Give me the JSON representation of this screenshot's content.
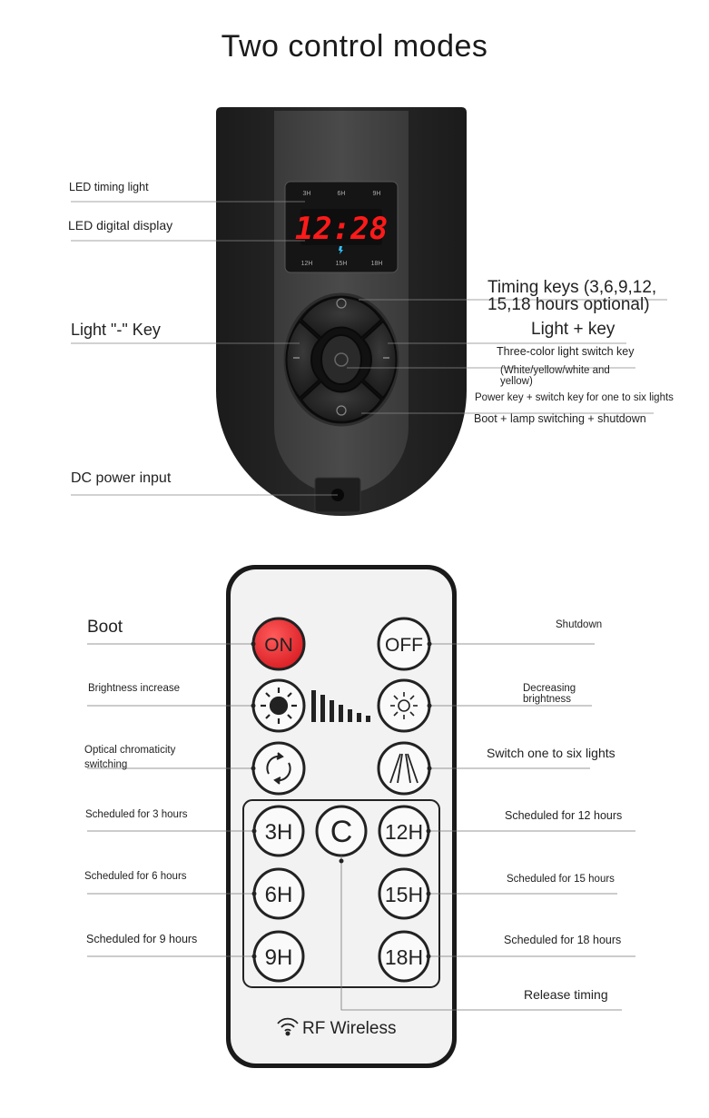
{
  "title": "Two control modes",
  "device": {
    "display": {
      "time": "12:28",
      "top_marks": [
        "3H",
        "6H",
        "9H"
      ],
      "bottom_marks": [
        "12H",
        "15H",
        "18H"
      ],
      "digit_color": "#ff1a1a"
    },
    "labels": {
      "led_timing_light": "LED timing light",
      "led_digital_display": "LED digital display",
      "light_minus_key": "Light \"-\" Key",
      "dc_power_input": "DC power input",
      "timing_keys": "Timing keys (3,6,9,12, 15,18 hours optional)",
      "light_plus_key": "Light + key",
      "three_color_key": "Three-color light switch key",
      "three_color_note": "(White/yellow/white and yellow)",
      "power_key": "Power key + switch key for one to six lights",
      "boot_lamp": "Boot + lamp switching + shutdown"
    }
  },
  "remote": {
    "buttons": {
      "on": "ON",
      "off": "OFF",
      "clear": "C",
      "h3": "3H",
      "h6": "6H",
      "h9": "9H",
      "h12": "12H",
      "h15": "15H",
      "h18": "18H"
    },
    "brand": "RF Wireless",
    "on_color": "#e8242a",
    "labels": {
      "boot": "Boot",
      "shutdown": "Shutdown",
      "brightness_increase": "Brightness increase",
      "decreasing_brightness": "Decreasing brightness",
      "optical_chromaticity": "Optical chromaticity switching",
      "switch_lights": "Switch one to six lights",
      "sched3": "Scheduled for 3 hours",
      "sched6": "Scheduled for 6 hours",
      "sched9": "Scheduled for 9 hours",
      "sched12": "Scheduled for 12 hours",
      "sched15": "Scheduled for 15 hours",
      "sched18": "Scheduled for 18 hours",
      "release_timing": "Release timing"
    }
  }
}
